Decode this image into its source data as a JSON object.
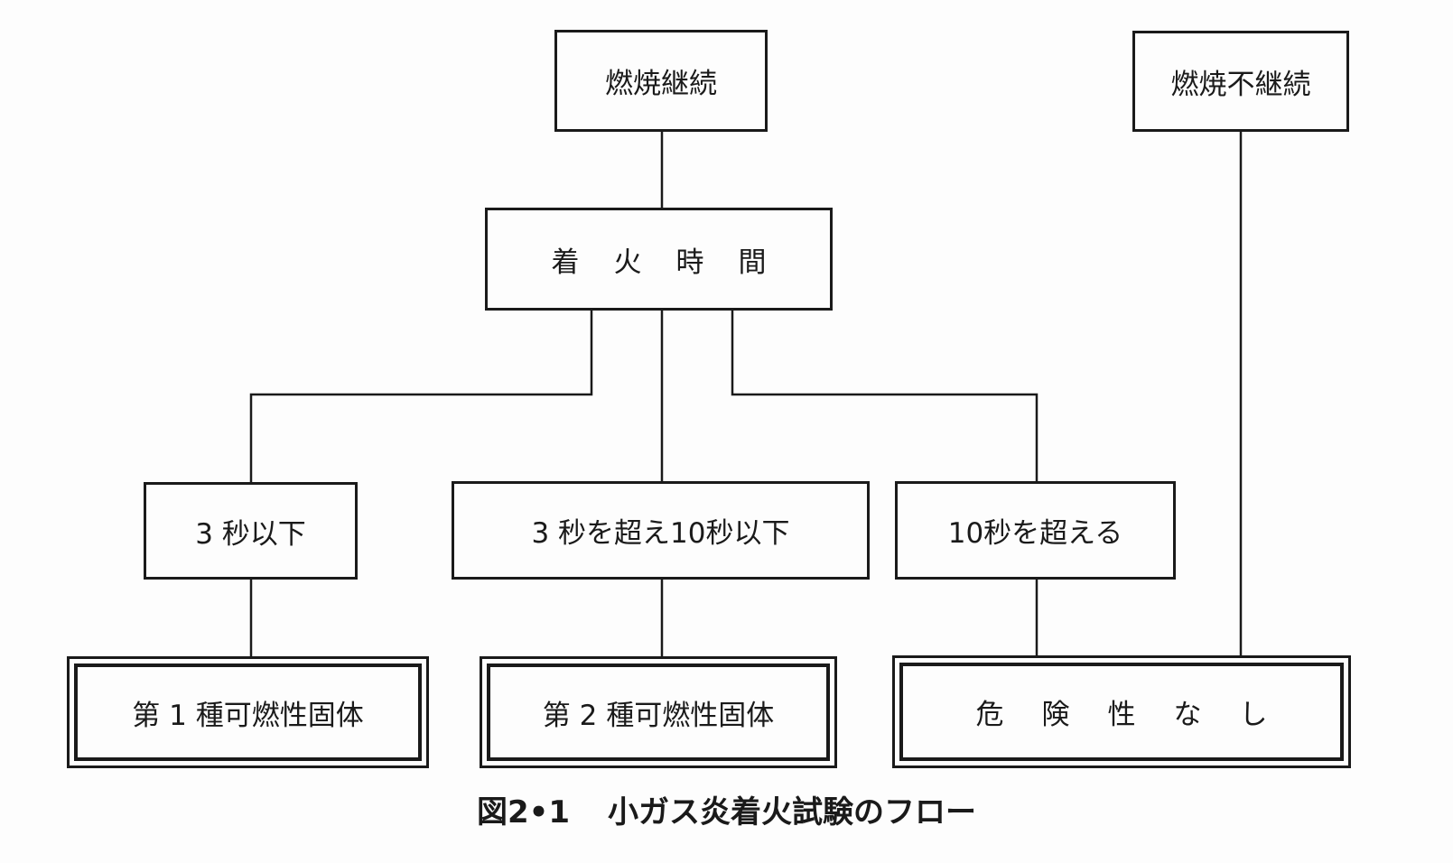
{
  "figure": {
    "caption_number": "図2•1",
    "caption_title": "小ガス炎着火試験のフロー"
  },
  "nodes": {
    "combustion_continues": "燃焼継続",
    "combustion_not_continues": "燃焼不継続",
    "ignition_time": "着火時間",
    "three_seconds_or_less": "3 秒以下",
    "over_three_up_to_ten": "3 秒を超え10秒以下",
    "over_ten_seconds": "10秒を超える",
    "class1_flammable_solid": "第 1 種可燃性固体",
    "class2_flammable_solid": "第 2 種可燃性固体",
    "no_hazard": "危険性なし"
  }
}
